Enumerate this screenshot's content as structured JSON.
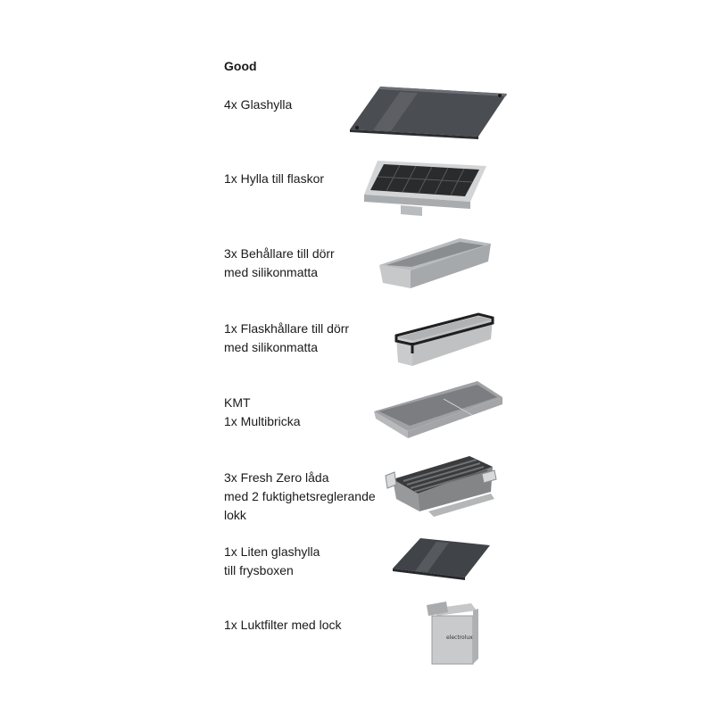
{
  "title": "Good",
  "items": [
    {
      "lines": [
        "4x Glashylla"
      ],
      "icon": "glass-shelf-icon"
    },
    {
      "lines": [
        "1x Hylla till flaskor"
      ],
      "icon": "bottle-shelf-icon"
    },
    {
      "lines": [
        "3x Behållare till dörr",
        "med silikonmatta"
      ],
      "icon": "door-container-icon"
    },
    {
      "lines": [
        "1x Flaskhållare till dörr",
        "med silikonmatta"
      ],
      "icon": "door-bottle-holder-icon"
    },
    {
      "lines": [
        "KMT",
        "1x Multibricka"
      ],
      "icon": "multi-tray-icon"
    },
    {
      "lines": [
        "3x Fresh Zero låda",
        "med 2 fuktighetsreglerande",
        "lokk"
      ],
      "icon": "fresh-zero-drawer-icon"
    },
    {
      "lines": [
        "1x Liten glashylla",
        "till frysboxen"
      ],
      "icon": "small-glass-shelf-icon"
    },
    {
      "lines": [
        "1x Luktfilter med lock"
      ],
      "icon": "odor-filter-icon",
      "logo_text": "electrolux"
    }
  ]
}
